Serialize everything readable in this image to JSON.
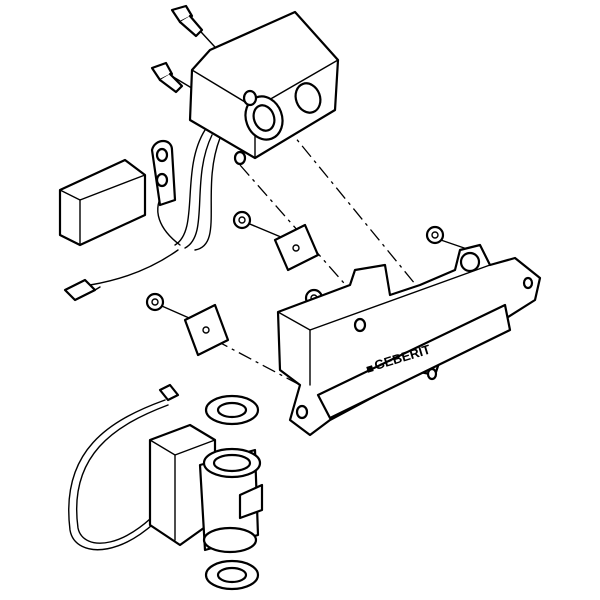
{
  "diagram": {
    "brand_logo": "GEBERIT",
    "parts": [
      "screws",
      "junction-box",
      "battery",
      "cable-clamp",
      "connector-cable",
      "nuts",
      "brackets",
      "front-panel",
      "flow-sensor",
      "sealing-rings"
    ]
  }
}
